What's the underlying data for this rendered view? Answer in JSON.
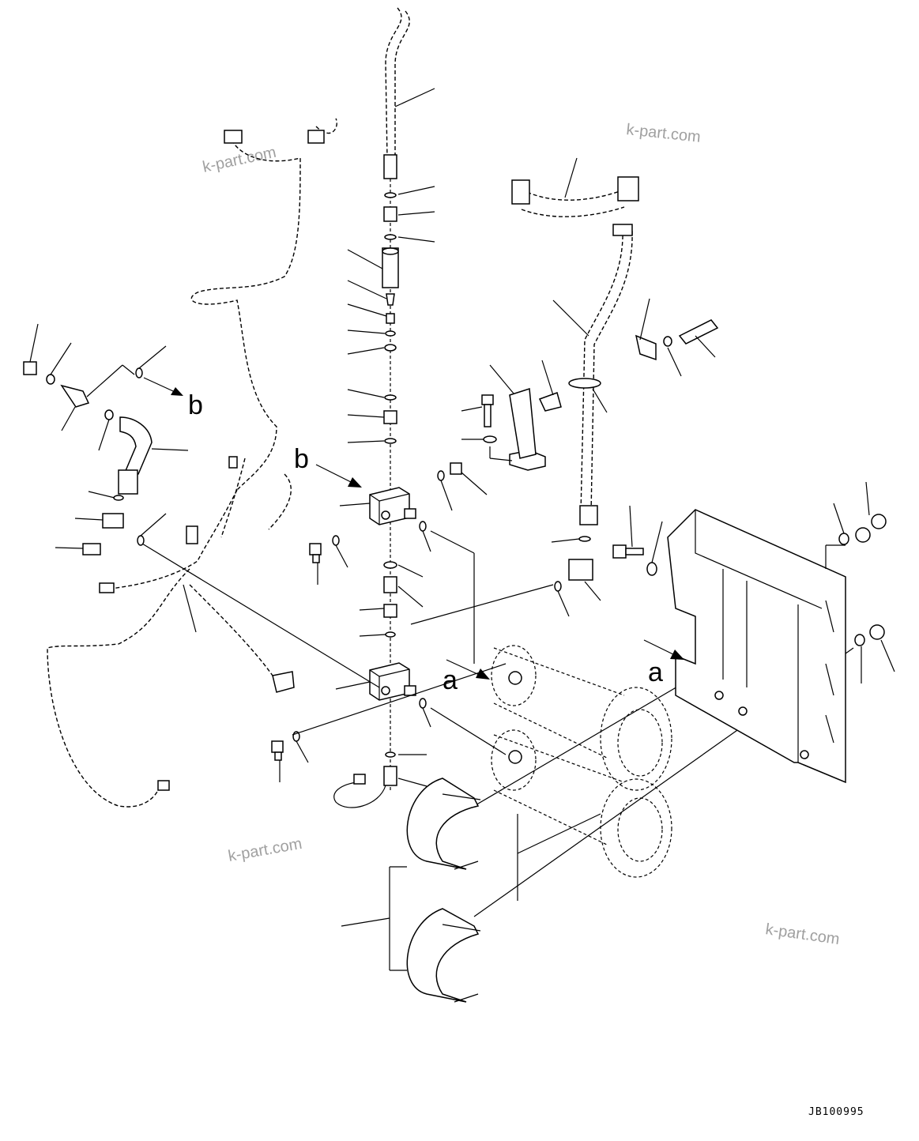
{
  "labels": {
    "b_top": "b",
    "b_mid": "b",
    "a_mid": "a",
    "a_right": "a"
  },
  "watermarks": [
    "k-part.com",
    "k-part.com",
    "k-part.com",
    "k-part.com"
  ],
  "drawing_code": "JB100995",
  "colors": {
    "ink": "#000000",
    "watermark": "#a0a0a0",
    "background": "#ffffff"
  }
}
